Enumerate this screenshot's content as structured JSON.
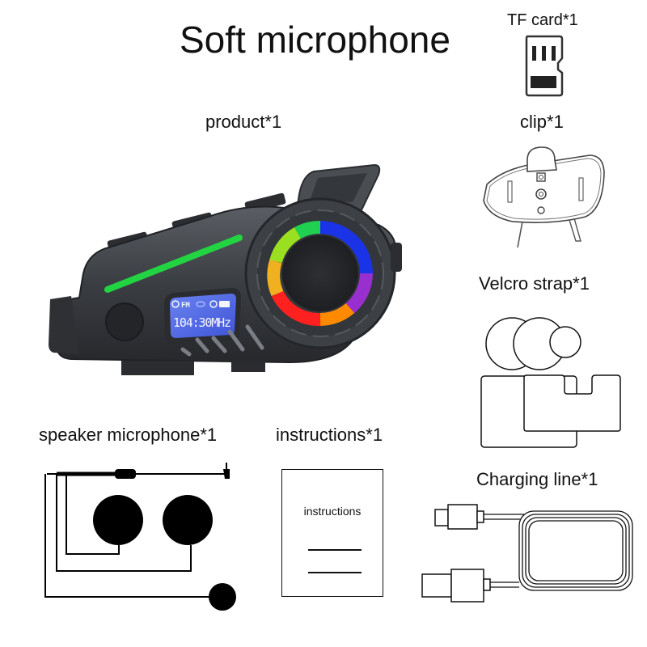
{
  "title": "Soft microphone",
  "items": {
    "tf_card": {
      "label": "TF card*1",
      "icon": "tf-card-icon"
    },
    "product": {
      "label": "product*1",
      "icon": "bluetooth-intercom-device"
    },
    "clip": {
      "label": "clip*1",
      "icon": "mounting-clip-icon"
    },
    "velcro": {
      "label": "Velcro strap*1",
      "icon": "velcro-strap-icon"
    },
    "speaker_mic": {
      "label": "speaker microphone*1",
      "icon": "speaker-microphone-icon"
    },
    "instructions": {
      "label": "instructions*1",
      "icon": "instructions-booklet-icon",
      "booklet_text": "instructions"
    },
    "charging_line": {
      "label": "Charging line*1",
      "icon": "charging-cable-icon"
    }
  },
  "device_display": {
    "mode": "FM",
    "frequency": "104:30MHz"
  },
  "colors": {
    "device_body": "#3a3d42",
    "lcd_background": "#4a63e0",
    "green_led": "#22d442",
    "rgb_ring": [
      "#1a33e6",
      "#9a2fd0",
      "#ff8a00",
      "#ff2020",
      "#f0e020",
      "#20d050"
    ]
  }
}
